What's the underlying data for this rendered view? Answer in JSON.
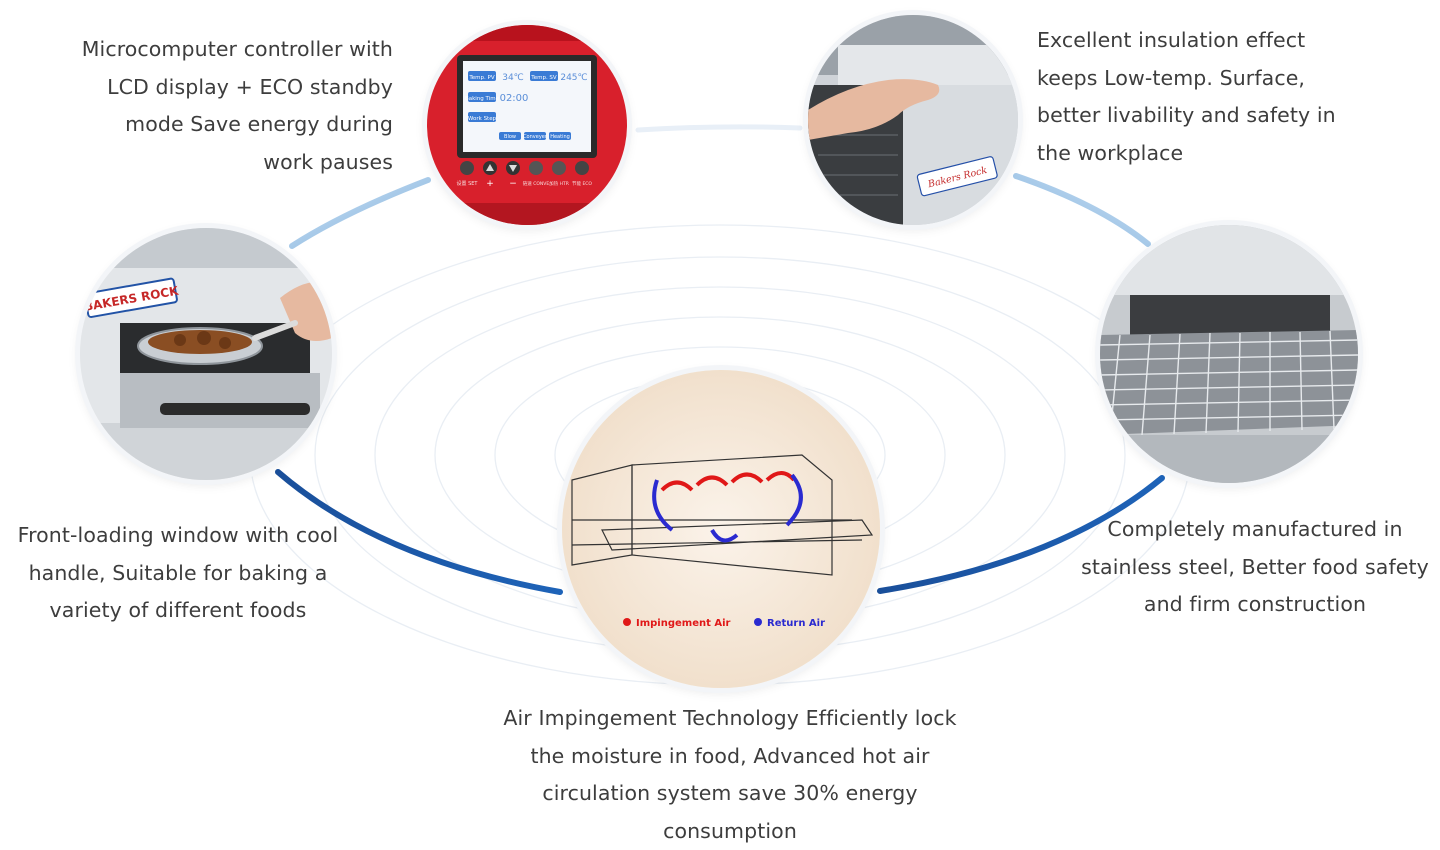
{
  "features": {
    "controller": {
      "lines": [
        "Microcomputer controller with",
        "LCD display + ECO standby",
        "mode Save energy during",
        "work pauses"
      ],
      "panel_labels": [
        "Temp. PV",
        "Temp. SV",
        "Baking Time",
        "Work Step"
      ],
      "panel_values": [
        "34℃",
        "245℃",
        "02:00"
      ],
      "panel_tabs": [
        "Blow",
        "Conveyer",
        "Heating"
      ],
      "button_labels": [
        "设置 SET",
        "+",
        "−",
        "链速 CONVE",
        "加热 HTR",
        "节能 ECO"
      ],
      "icons": [
        "set-icon",
        "up-arrow-icon",
        "down-arrow-icon",
        "conveyor-icon",
        "heater-icon",
        "eco-icon"
      ]
    },
    "insulation": {
      "lines": [
        "Excellent insulation effect",
        "keeps Low-temp. Surface,",
        "better livability and safety in",
        "the workplace"
      ],
      "brand_text": "Bakers Rock"
    },
    "front_loading": {
      "lines": [
        "Front-loading window with cool",
        "handle, Suitable for baking a",
        "variety of different foods"
      ],
      "brand_text": "BAKERS ROCK"
    },
    "stainless": {
      "lines": [
        "Completely manufactured in",
        "stainless steel, Better food safety",
        "and firm construction"
      ]
    },
    "air": {
      "lines": [
        "Air Impingement Technology Efficiently lock",
        "the moisture in food, Advanced hot air",
        "circulation system save 30% energy",
        "consumption"
      ],
      "legend_impingement": "Impingement Air",
      "legend_return": "Return Air"
    }
  },
  "colors": {
    "accent_blue": "#1a5fb4",
    "arc_light": "#cfe0f2",
    "panel_red": "#d8202c",
    "impingement_red": "#e01818",
    "return_blue": "#2a2ad0",
    "caption_text": "#3d3d3d"
  }
}
